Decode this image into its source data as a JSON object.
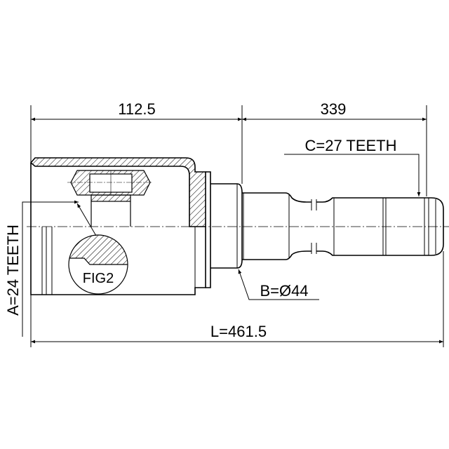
{
  "dimensions": {
    "d1": "112.5",
    "d2": "339",
    "length": "L=461.5",
    "spline_a": "A=24 TEETH",
    "spline_b": "B=Ø44",
    "spline_c": "C=27 TEETH"
  },
  "detail": {
    "label": "FIG2"
  },
  "colors": {
    "line": "#000000",
    "background": "#ffffff"
  }
}
